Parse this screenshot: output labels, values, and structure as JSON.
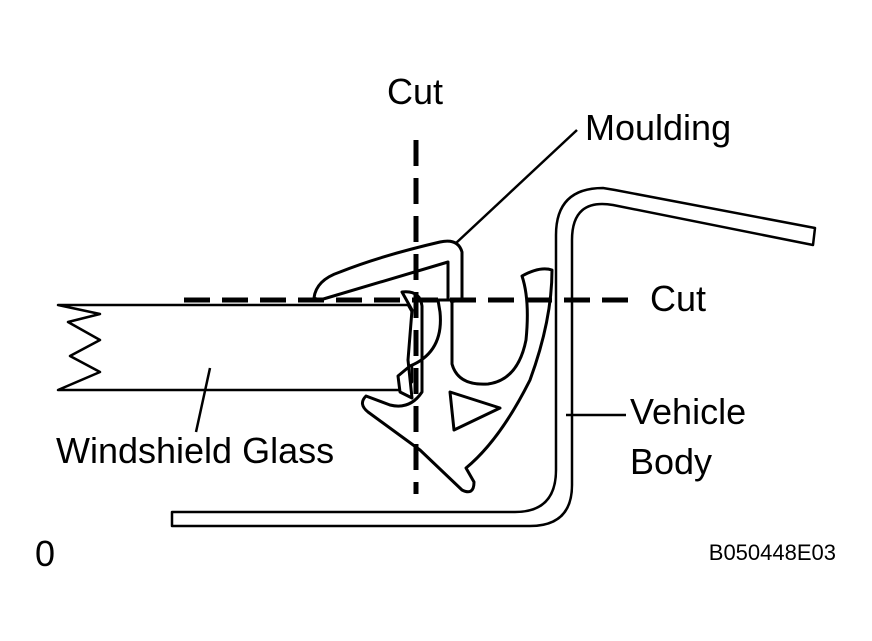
{
  "labels": {
    "cut_vertical": "Cut",
    "cut_horizontal": "Cut",
    "moulding": "Moulding",
    "vehicle_body_line1": "Vehicle",
    "vehicle_body_line2": "Body",
    "windshield_glass": "Windshield Glass"
  },
  "footer": {
    "left_number": "0",
    "figure_code": "B050448E03"
  }
}
